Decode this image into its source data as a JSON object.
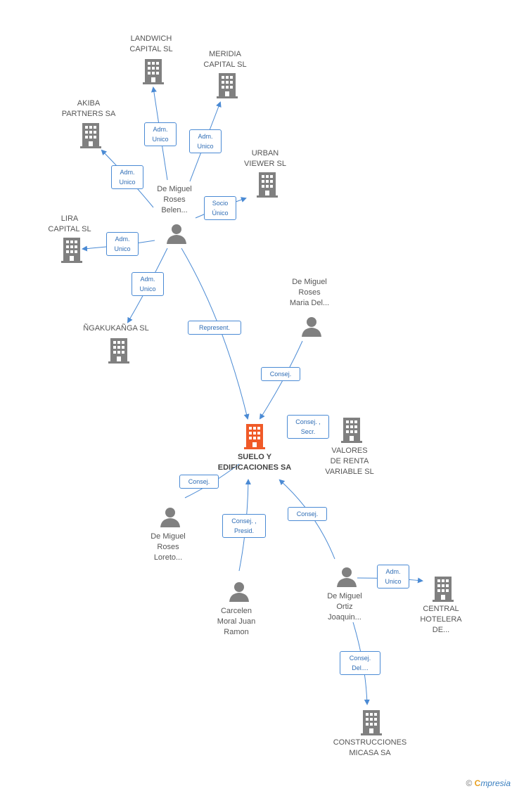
{
  "nodes": {
    "landwich": "LANDWICH\nCAPITAL  SL",
    "meridia": "MERIDIA\nCAPITAL SL",
    "akiba": "AKIBA\nPARTNERS SA",
    "urban": "URBAN\nVIEWER SL",
    "lira": "LIRA\nCAPITAL SL",
    "ngakukanga": "ÑGAKUKAÑGA SL",
    "belen": "De Miguel\nRoses\nBelen...",
    "maria": "De Miguel\nRoses\nMaria Del...",
    "suelo": "SUELO Y\nEDIFICACIONES SA",
    "valores": "VALORES\nDE RENTA\nVARIABLE  SL",
    "loreto": "De Miguel\nRoses\nLoreto...",
    "carcelen": "Carcelen\nMoral Juan\nRamon",
    "joaquin": "De Miguel\nOrtiz\nJoaquin...",
    "central": "CENTRAL\nHOTELERA\nDE...",
    "construcciones": "CONSTRUCCIONES\nMICASA SA"
  },
  "relations": {
    "r_landwich": "Adm.\nUnico",
    "r_meridia": "Adm.\nUnico",
    "r_akiba": "Adm.\nUnico",
    "r_urban": "Socio\nÚnico",
    "r_lira": "Adm.\nUnico",
    "r_ngakukanga": "Adm.\nUnico",
    "r_represent": "Represent.",
    "r_maria": "Consej.",
    "r_valores": "Consej. ,\nSecr.",
    "r_loreto": "Consej.",
    "r_carcelen": "Consej. ,\nPresid.",
    "r_joaquin": "Consej.",
    "r_central": "Adm.\nUnico",
    "r_construcciones": "Consej.\nDel...."
  },
  "colors": {
    "edge": "#4a8ad4",
    "icon": "#808080",
    "main_icon": "#f05a28"
  },
  "footer": {
    "copyright": "©",
    "brand_first": "C",
    "brand_rest": "mpresia"
  }
}
